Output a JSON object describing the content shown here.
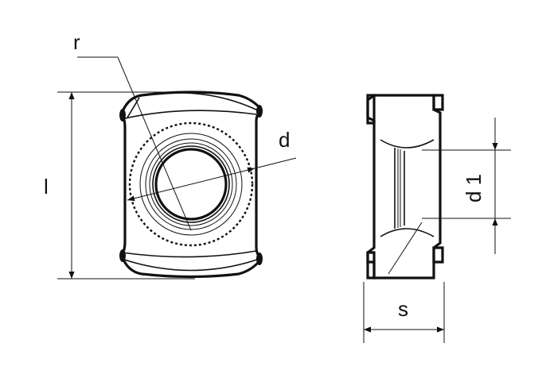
{
  "labels": {
    "r": "r",
    "d": "d",
    "l": "l",
    "d1": "d 1",
    "s": "s"
  },
  "colors": {
    "line": "#111111",
    "background": "#ffffff"
  }
}
